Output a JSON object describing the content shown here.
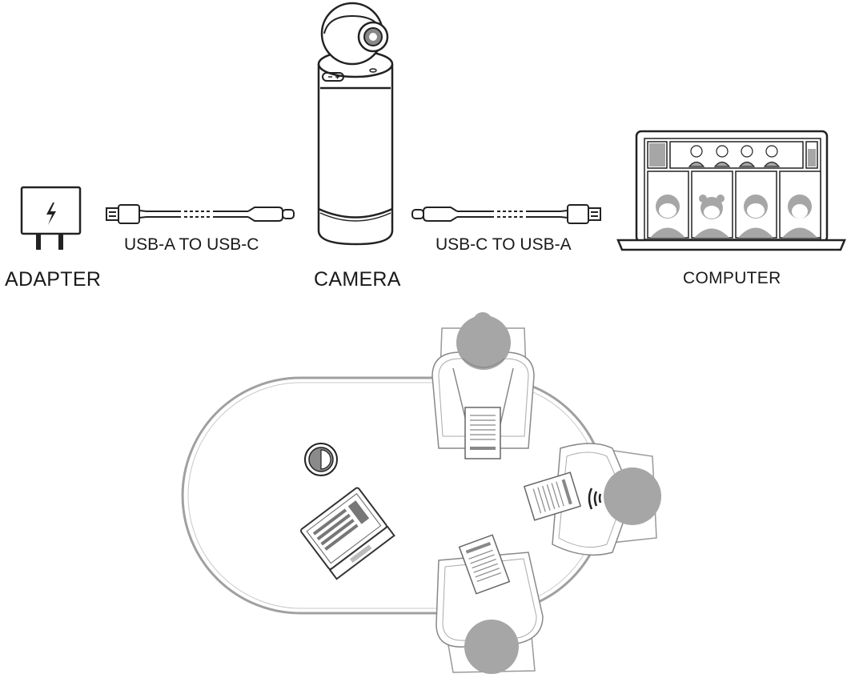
{
  "labels": {
    "adapter": "ADAPTER",
    "camera": "CAMERA",
    "computer": "COMPUTER",
    "cable_left": "USB-A TO USB-C",
    "cable_right": "USB-C TO USB-A"
  },
  "colors": {
    "line": "#222222",
    "fill_gray": "#a6a6a6",
    "table_stroke": "#a0a0a0",
    "background": "#ffffff"
  }
}
